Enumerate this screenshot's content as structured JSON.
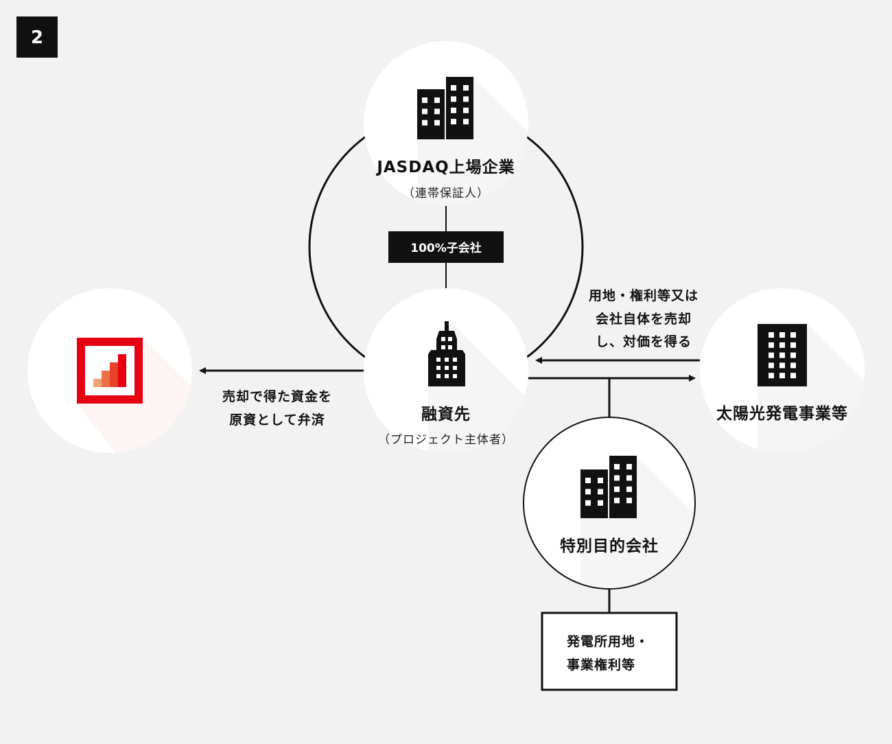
{
  "badge": "2",
  "colors": {
    "background": "#f2f2f2",
    "brand_red": "#e60012",
    "bar1": "#f0a277",
    "bar2": "#ec6f47",
    "bar3": "#e6432a",
    "bar4": "#e60012"
  },
  "nodes": {
    "parent": {
      "title": "JASDAQ上場企業",
      "subtitle": "（連帯保証人）",
      "icon": "office-buildings-icon"
    },
    "relation": "100%子会社",
    "borrower": {
      "title": "融資先",
      "subtitle": "（プロジェクト主体者）",
      "icon": "tower-building-icon"
    },
    "lender": {
      "icon": "bar-chart-logo-icon"
    },
    "solar": {
      "title": "太陽光発電事業等",
      "icon": "office-building-icon"
    },
    "spc": {
      "title": "特別目的会社",
      "icon": "office-buildings-icon"
    },
    "assets": {
      "line1": "発電所用地・",
      "line2": "事業権利等"
    }
  },
  "flows": {
    "repay": {
      "line1": "売却で得た資金を",
      "line2": "原資として弁済"
    },
    "sale": {
      "line1": "用地・権利等又は",
      "line2": "会社自体を売却",
      "line3": "し、対価を得る"
    }
  }
}
